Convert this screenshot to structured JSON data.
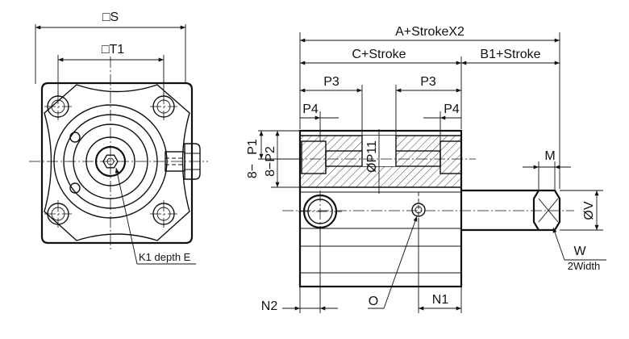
{
  "labels": {
    "square_s": "□S",
    "square_t1": "□T1",
    "k1_depth_e": "K1 depth E",
    "a_stroke_x2": "A+StrokeX2",
    "c_stroke": "C+Stroke",
    "b1_stroke": "B1+Stroke",
    "p3_left": "P3",
    "p3_right": "P3",
    "p4_left": "P4",
    "p4_right": "P4",
    "p1": "P1",
    "p2": "8−P2",
    "eight": "8−",
    "phi_p11": "ØP11",
    "m": "M",
    "phi_v": "ØV",
    "w": "W",
    "two_width": "2Width",
    "n2": "N2",
    "o": "O",
    "n1": "N1"
  }
}
